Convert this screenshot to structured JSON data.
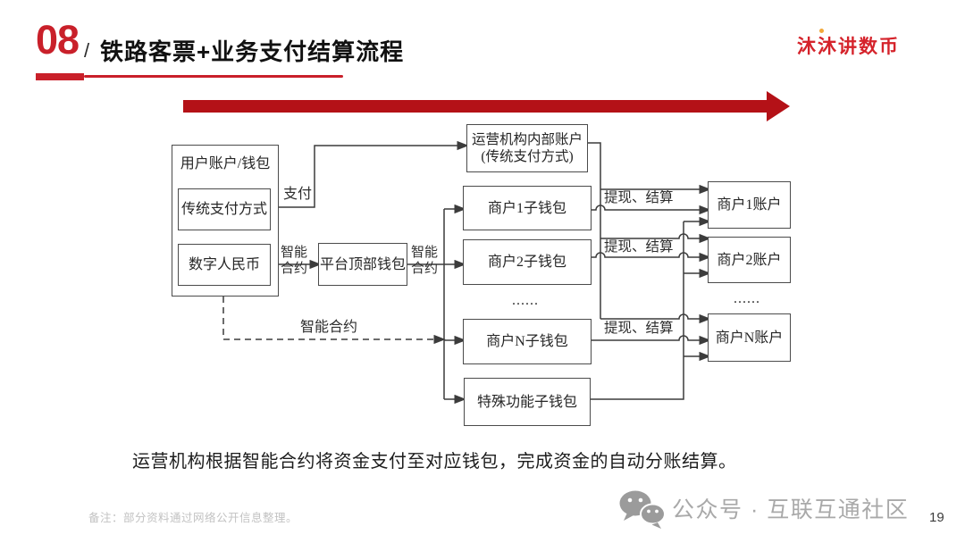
{
  "colors": {
    "accent_red": "#c9202a",
    "arrow_red": "#b41117",
    "logo_red": "#d5232b",
    "line_gray": "#3c3c3c",
    "footer_gray": "#a9a9a9"
  },
  "header": {
    "number": "08",
    "slash": "/",
    "title": "铁路客票+业务支付结算流程",
    "logo": "沐沐讲数币"
  },
  "diagram": {
    "boxes": {
      "user_wallet": "用户账户/钱包",
      "traditional_payment": "传统支付方式",
      "digital_rmb": "数字人民币",
      "operator_account_line1": "运营机构内部账户",
      "operator_account_line2": "(传统支付方式)",
      "platform_wallet": "平台顶部钱包",
      "merchant1_wallet": "商户1子钱包",
      "merchant2_wallet": "商户2子钱包",
      "merchantN_wallet": "商户N子钱包",
      "special_wallet": "特殊功能子钱包",
      "merchant1_account": "商户1账户",
      "merchant2_account": "商户2账户",
      "merchantN_account": "商户N账户"
    },
    "labels": {
      "pay": "支付",
      "smart_contract": "智能合约",
      "withdraw_settle": "提现、结算",
      "ellipsis": "......"
    }
  },
  "summary": "运营机构根据智能合约将资金支付至对应钱包，完成资金的自动分账结算。",
  "footer": {
    "note": "备注：部分资料通过网络公开信息整理。",
    "wechat_label": "公众号 · 互联互通社区",
    "page": "19"
  }
}
